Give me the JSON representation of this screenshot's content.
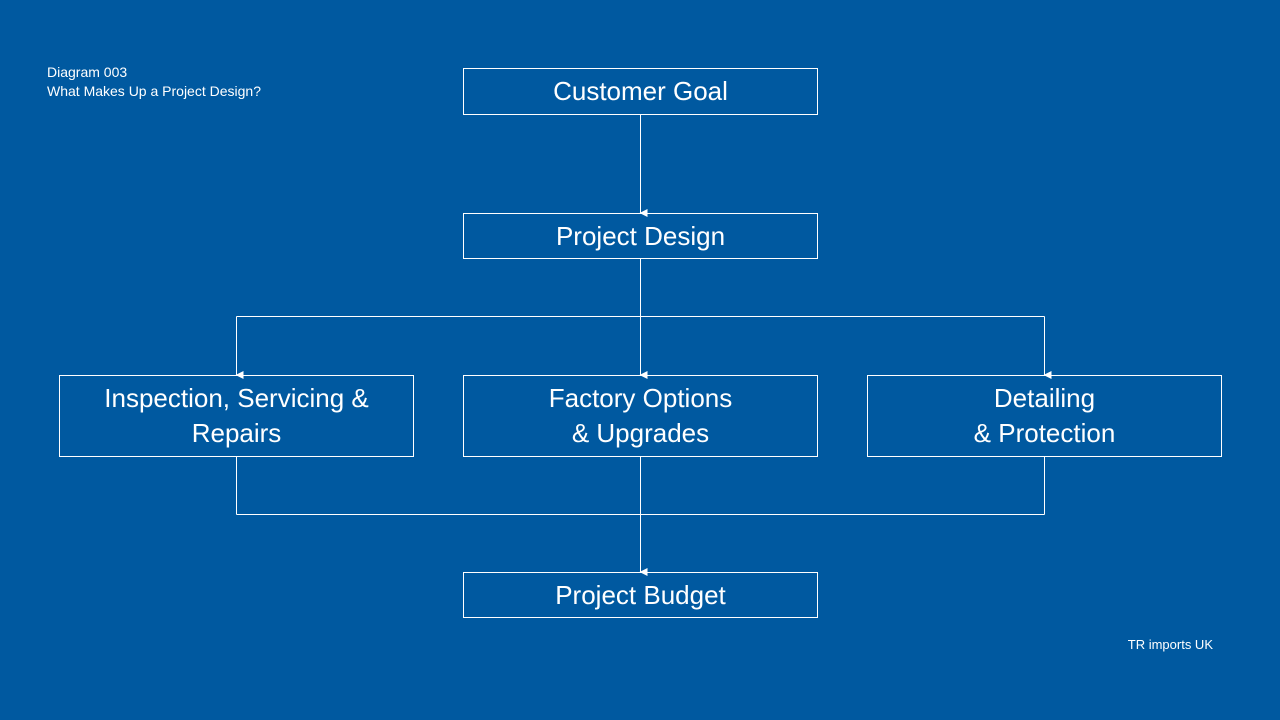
{
  "caption": {
    "line1": "Diagram 003",
    "line2": "What Makes Up a Project Design?"
  },
  "nodes": {
    "customer_goal": "Customer Goal",
    "project_design": "Project Design",
    "inspection": "Inspection, Servicing &\nRepairs",
    "factory_options": "Factory Options\n& Upgrades",
    "detailing": "Detailing\n& Protection",
    "project_budget": "Project Budget"
  },
  "footer": "TR imports UK",
  "colors": {
    "background": "#0059a0",
    "foreground": "#ffffff"
  }
}
